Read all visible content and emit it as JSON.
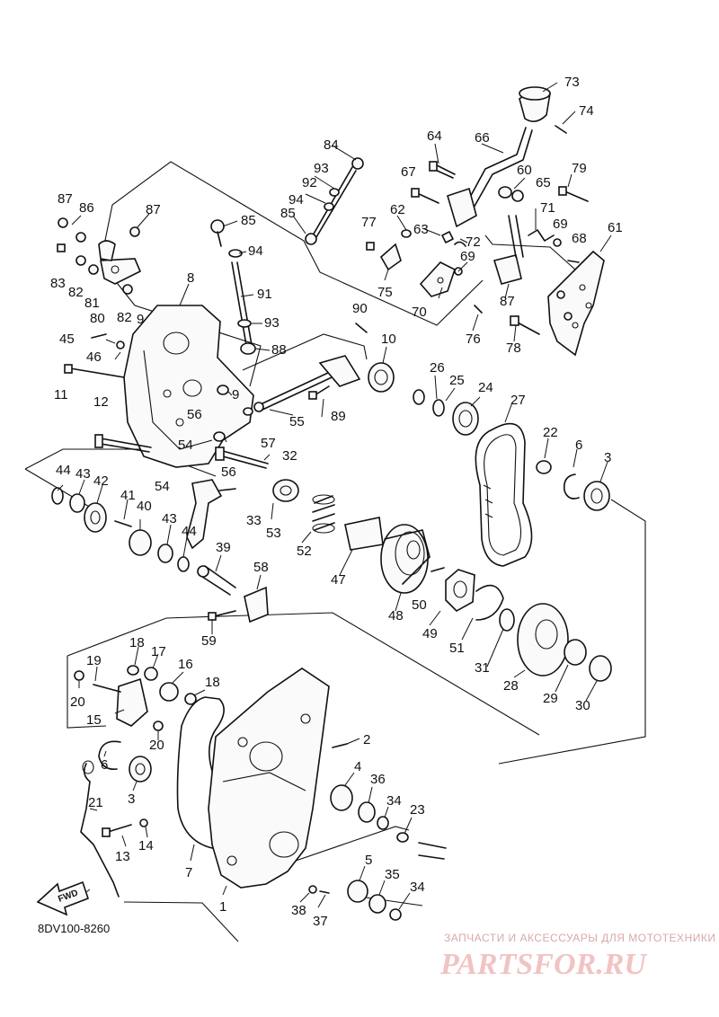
{
  "diagram": {
    "code": "8DV100-8260",
    "direction_label": "FWD",
    "watermark_line": "ЗАПЧАСТИ И АКСЕССУАРЫ ДЛЯ МОТОТЕХНИКИ",
    "watermark_brand": "PARTSFOR.RU"
  },
  "callouts": [
    {
      "id": "c73",
      "text": "73"
    },
    {
      "id": "c74",
      "text": "74"
    },
    {
      "id": "c64",
      "text": "64"
    },
    {
      "id": "c66",
      "text": "66"
    },
    {
      "id": "c84",
      "text": "84"
    },
    {
      "id": "c93a",
      "text": "93"
    },
    {
      "id": "c92",
      "text": "92"
    },
    {
      "id": "c94a",
      "text": "94"
    },
    {
      "id": "c85a",
      "text": "85"
    },
    {
      "id": "c67",
      "text": "67"
    },
    {
      "id": "c60",
      "text": "60"
    },
    {
      "id": "c65",
      "text": "65"
    },
    {
      "id": "c79",
      "text": "79"
    },
    {
      "id": "c62",
      "text": "62"
    },
    {
      "id": "c71",
      "text": "71"
    },
    {
      "id": "c77",
      "text": "77"
    },
    {
      "id": "c63",
      "text": "63"
    },
    {
      "id": "c72",
      "text": "72"
    },
    {
      "id": "c69a",
      "text": "69"
    },
    {
      "id": "c68",
      "text": "68"
    },
    {
      "id": "c61",
      "text": "61"
    },
    {
      "id": "c69b",
      "text": "69"
    },
    {
      "id": "c75",
      "text": "75"
    },
    {
      "id": "c70",
      "text": "70"
    },
    {
      "id": "c87c",
      "text": "87"
    },
    {
      "id": "c76",
      "text": "76"
    },
    {
      "id": "c78",
      "text": "78"
    },
    {
      "id": "c87a",
      "text": "87"
    },
    {
      "id": "c86",
      "text": "86"
    },
    {
      "id": "c87b",
      "text": "87"
    },
    {
      "id": "c85b",
      "text": "85"
    },
    {
      "id": "c94b",
      "text": "94"
    },
    {
      "id": "c83",
      "text": "83"
    },
    {
      "id": "c82a",
      "text": "82"
    },
    {
      "id": "c81",
      "text": "81"
    },
    {
      "id": "c80",
      "text": "80"
    },
    {
      "id": "c82b",
      "text": "82"
    },
    {
      "id": "c8",
      "text": "8"
    },
    {
      "id": "c91",
      "text": "91"
    },
    {
      "id": "c93b",
      "text": "93"
    },
    {
      "id": "c90",
      "text": "90"
    },
    {
      "id": "c45",
      "text": "45"
    },
    {
      "id": "c9a",
      "text": "9"
    },
    {
      "id": "c46",
      "text": "46"
    },
    {
      "id": "c88",
      "text": "88"
    },
    {
      "id": "c10",
      "text": "10"
    },
    {
      "id": "c11",
      "text": "11"
    },
    {
      "id": "c56a",
      "text": "56"
    },
    {
      "id": "c89",
      "text": "89"
    },
    {
      "id": "c55",
      "text": "55"
    },
    {
      "id": "c26",
      "text": "26"
    },
    {
      "id": "c25",
      "text": "25"
    },
    {
      "id": "c24",
      "text": "24"
    },
    {
      "id": "c27",
      "text": "27"
    },
    {
      "id": "c12",
      "text": "12"
    },
    {
      "id": "c9b",
      "text": "9"
    },
    {
      "id": "c57",
      "text": "57"
    },
    {
      "id": "c54a",
      "text": "54"
    },
    {
      "id": "c32",
      "text": "32"
    },
    {
      "id": "c22",
      "text": "22"
    },
    {
      "id": "c6a",
      "text": "6"
    },
    {
      "id": "c3a",
      "text": "3"
    },
    {
      "id": "c44a",
      "text": "44"
    },
    {
      "id": "c43a",
      "text": "43"
    },
    {
      "id": "c42",
      "text": "42"
    },
    {
      "id": "c56b",
      "text": "56"
    },
    {
      "id": "c54b",
      "text": "54"
    },
    {
      "id": "c41",
      "text": "41"
    },
    {
      "id": "c40",
      "text": "40"
    },
    {
      "id": "c33",
      "text": "33"
    },
    {
      "id": "c53",
      "text": "53"
    },
    {
      "id": "c52",
      "text": "52"
    },
    {
      "id": "c43b",
      "text": "43"
    },
    {
      "id": "c44b",
      "text": "44"
    },
    {
      "id": "c39",
      "text": "39"
    },
    {
      "id": "c47",
      "text": "47"
    },
    {
      "id": "c58",
      "text": "58"
    },
    {
      "id": "c48",
      "text": "48"
    },
    {
      "id": "c50",
      "text": "50"
    },
    {
      "id": "c49",
      "text": "49"
    },
    {
      "id": "c51",
      "text": "51"
    },
    {
      "id": "c31",
      "text": "31"
    },
    {
      "id": "c59",
      "text": "59"
    },
    {
      "id": "c28",
      "text": "28"
    },
    {
      "id": "c29",
      "text": "29"
    },
    {
      "id": "c30",
      "text": "30"
    },
    {
      "id": "c18a",
      "text": "18"
    },
    {
      "id": "c17",
      "text": "17"
    },
    {
      "id": "c19",
      "text": "19"
    },
    {
      "id": "c16",
      "text": "16"
    },
    {
      "id": "c18b",
      "text": "18"
    },
    {
      "id": "c20a",
      "text": "20"
    },
    {
      "id": "c15",
      "text": "15"
    },
    {
      "id": "c20b",
      "text": "20"
    },
    {
      "id": "c2",
      "text": "2"
    },
    {
      "id": "c6b",
      "text": "6"
    },
    {
      "id": "c4",
      "text": "4"
    },
    {
      "id": "c3b",
      "text": "3"
    },
    {
      "id": "c36",
      "text": "36"
    },
    {
      "id": "c21",
      "text": "21"
    },
    {
      "id": "c34a",
      "text": "34"
    },
    {
      "id": "c23",
      "text": "23"
    },
    {
      "id": "c13",
      "text": "13"
    },
    {
      "id": "c14",
      "text": "14"
    },
    {
      "id": "c7",
      "text": "7"
    },
    {
      "id": "c5",
      "text": "5"
    },
    {
      "id": "c35",
      "text": "35"
    },
    {
      "id": "c1",
      "text": "1"
    },
    {
      "id": "c38",
      "text": "38"
    },
    {
      "id": "c37",
      "text": "37"
    },
    {
      "id": "c34b",
      "text": "34"
    }
  ]
}
